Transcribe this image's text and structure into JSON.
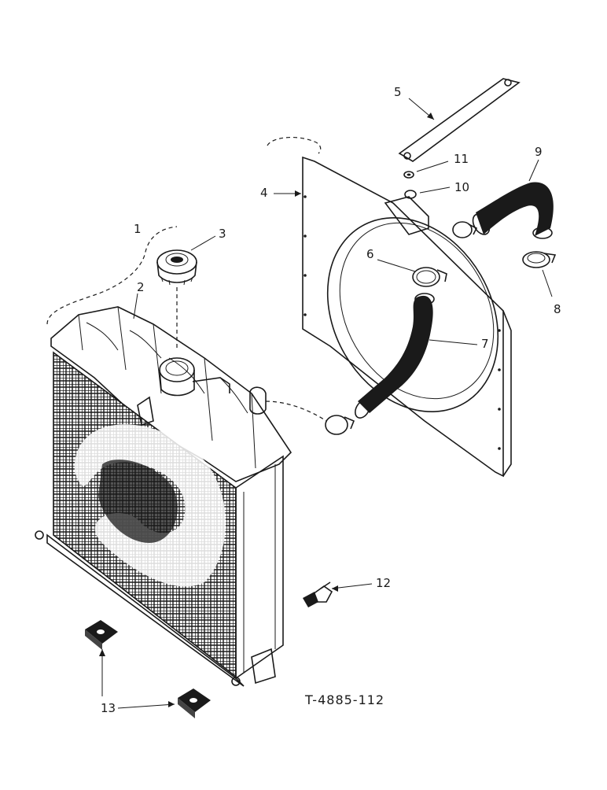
{
  "parts": [
    {
      "id": "part-1",
      "label": "1"
    },
    {
      "id": "part-2",
      "label": "2"
    },
    {
      "id": "part-3",
      "label": "3"
    },
    {
      "id": "part-4",
      "label": "4"
    },
    {
      "id": "part-5",
      "label": "5"
    },
    {
      "id": "part-6",
      "label": "6"
    },
    {
      "id": "part-7",
      "label": "7"
    },
    {
      "id": "part-8",
      "label": "8"
    },
    {
      "id": "part-9",
      "label": "9"
    },
    {
      "id": "part-10",
      "label": "10"
    },
    {
      "id": "part-11",
      "label": "11"
    },
    {
      "id": "part-12",
      "label": "12"
    },
    {
      "id": "part-13",
      "label": "13"
    }
  ],
  "reference_code": "T-4885-112"
}
